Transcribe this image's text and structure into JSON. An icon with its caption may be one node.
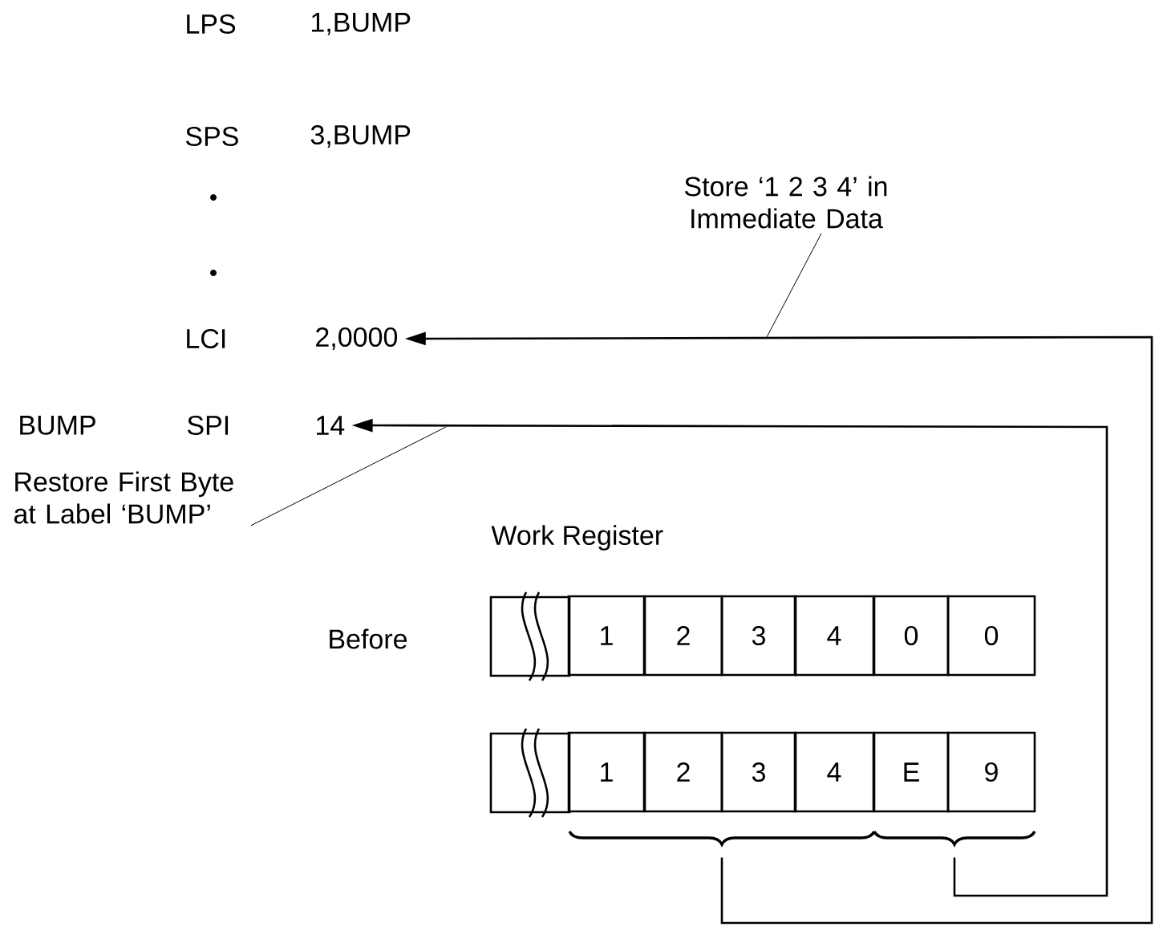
{
  "diagram": {
    "nodes": [
      {
        "text": [
          "2,0000"
        ]
      },
      {
        "text": [
          "14"
        ]
      },
      {
        "text": [
          "Store ‘1 2 3 4’ in Immediate Data"
        ]
      },
      {
        "text": [
          "Restore First Byte at Label ‘BUMP’"
        ]
      },
      {
        "text": [
          "1"
        ]
      },
      {
        "text": [
          "2"
        ]
      },
      {
        "text": [
          "3"
        ]
      },
      {
        "text": [
          "4"
        ]
      },
      {
        "text": [
          "0"
        ]
      },
      {
        "text": [
          "0"
        ]
      },
      {
        "text": [
          "1"
        ]
      },
      {
        "text": [
          "2"
        ]
      },
      {
        "text": [
          "3"
        ]
      },
      {
        "text": [
          "4"
        ]
      },
      {
        "text": [
          "E"
        ]
      },
      {
        "text": [
          "9"
        ]
      },
      {
        "text": [],
        "shape": "brace"
      },
      {
        "text": [],
        "shape": "brace"
      }
    ],
    "edges": [
      {
        "from": 16,
        "to": 0,
        "arrow": "to"
      },
      {
        "from": 17,
        "to": 1,
        "arrow": "to"
      },
      {
        "from": 2,
        "to": null,
        "arrow": "none"
      },
      {
        "from": 3,
        "to": null,
        "arrow": "none"
      }
    ],
    "labels": [
      "LPS",
      "1,BUMP",
      "SPS",
      "3,BUMP",
      "LCI",
      "BUMP",
      "SPI",
      "Work Register",
      "Before"
    ]
  }
}
